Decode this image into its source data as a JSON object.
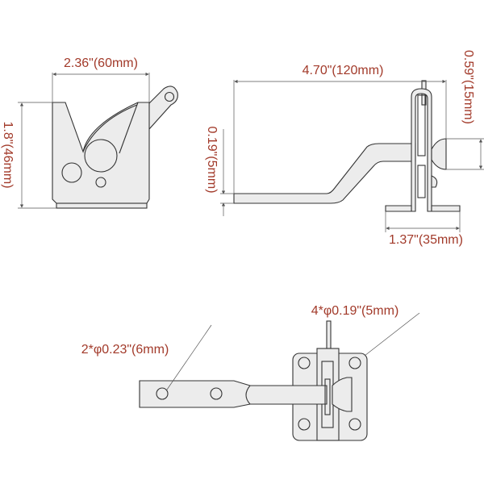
{
  "colors": {
    "label": "#a23a2a",
    "part_fill": "#ececec",
    "outline": "#333333"
  },
  "dimensions": {
    "latch_width": "2.36\"(60mm)",
    "latch_height": "1.8\"(46mm)",
    "bar_length": "4.70\"(120mm)",
    "bar_thickness": "0.19\"(5mm)",
    "knob_height": "0.59\"(15mm)",
    "bracket_base": "1.37\"(35mm)",
    "bar_holes": "2*φ0.23\"(6mm)",
    "plate_holes": "4*φ0.19\"(5mm)"
  }
}
